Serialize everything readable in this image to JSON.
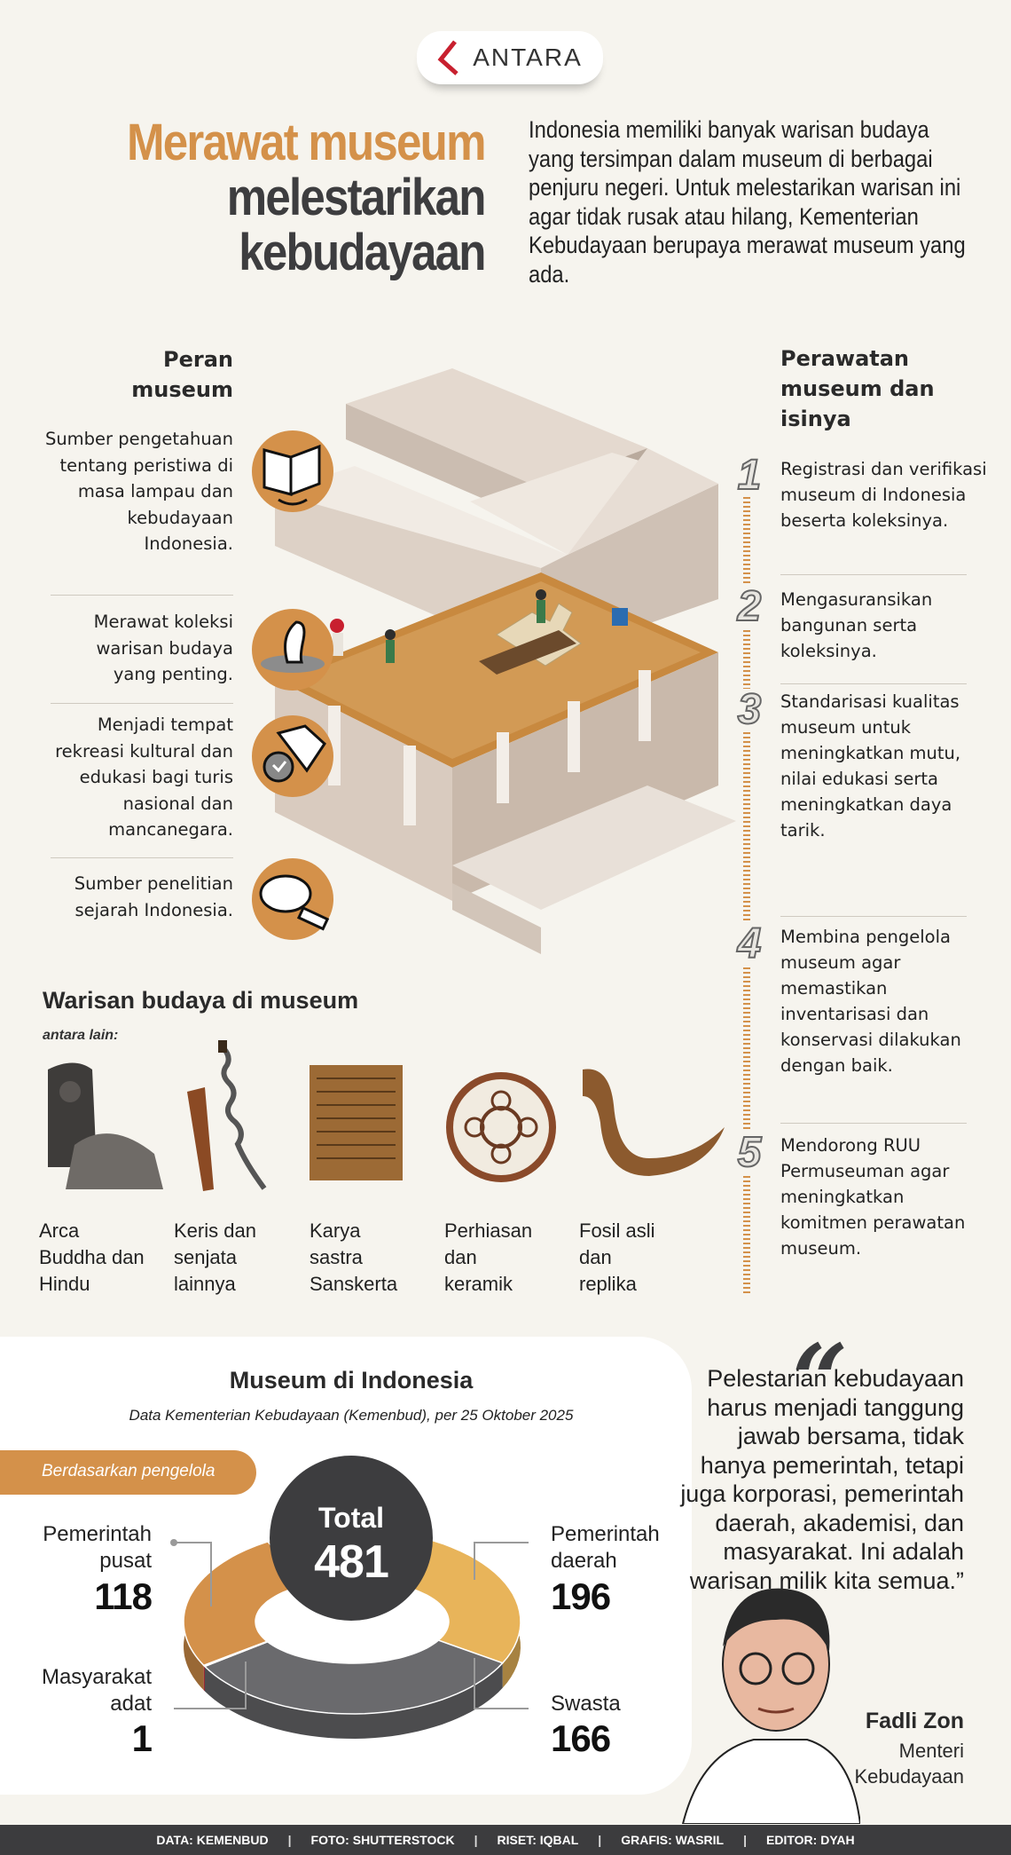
{
  "brand": {
    "logo_text": "ANTARA",
    "accent": "#c8202f"
  },
  "header": {
    "title_line1": "Merawat museum",
    "title_line2": "melestarikan",
    "title_line3": "kebudayaan",
    "intro": "Indonesia memiliki banyak warisan budaya yang tersimpan dalam museum di berbagai penjuru negeri. Untuk melestarikan warisan ini agar tidak rusak atau hilang, Kementerian Kebudayaan berupaya merawat museum yang ada."
  },
  "peran": {
    "heading_line1": "Peran",
    "heading_line2": "museum",
    "items": [
      {
        "text": "Sumber pengetahuan tentang peristiwa di masa lampau dan kebudayaan Indonesia.",
        "icon": "book-icon"
      },
      {
        "text": "Merawat koleksi warisan budaya yang penting.",
        "icon": "artifact-icon"
      },
      {
        "text": "Menjadi tempat rekreasi kultural dan edukasi bagi turis nasional dan mancanegara.",
        "icon": "map-location-icon"
      },
      {
        "text": "Sumber penelitian sejarah Indonesia.",
        "icon": "magnifier-icon"
      }
    ]
  },
  "perawatan": {
    "heading": "Perawatan museum dan isinya",
    "items": [
      {
        "number": "1",
        "text": "Registrasi dan verifikasi museum di Indonesia beserta koleksinya."
      },
      {
        "number": "2",
        "text": "Mengasuransikan bangunan serta koleksinya."
      },
      {
        "number": "3",
        "text": "Standarisasi kualitas museum untuk meningkatkan mutu, nilai edukasi serta meningkatkan daya tarik."
      },
      {
        "number": "4",
        "text": "Membina pengelola museum agar memastikan inventarisasi dan konservasi dilakukan dengan baik."
      },
      {
        "number": "5",
        "text": "Mendorong RUU Permuseuman agar meningkatkan komitmen perawatan museum."
      }
    ]
  },
  "warisan": {
    "heading": "Warisan budaya di museum",
    "subheading": "antara lain:",
    "items": [
      {
        "label": "Arca Buddha dan Hindu"
      },
      {
        "label": "Keris dan senjata lainnya"
      },
      {
        "label": "Karya sastra Sanskerta"
      },
      {
        "label": "Perhiasan dan keramik"
      },
      {
        "label": "Fosil asli dan replika"
      }
    ]
  },
  "chart_data": {
    "type": "pie",
    "title": "Museum di Indonesia",
    "subtitle": "Data Kementerian Kebudayaan (Kemenbud), per 25 Oktober 2025",
    "group_label": "Berdasarkan pengelola",
    "total_label": "Total",
    "total": 481,
    "categories": [
      "Pemerintah daerah",
      "Swasta",
      "Masyarakat adat",
      "Pemerintah pusat"
    ],
    "values": [
      196,
      166,
      1,
      118
    ],
    "labels": {
      "pusat_l1": "Pemerintah",
      "pusat_l2": "pusat",
      "daerah_l1": "Pemerintah",
      "daerah_l2": "daerah",
      "adat_l1": "Masyarakat",
      "adat_l2": "adat",
      "swasta_l1": "Swasta"
    },
    "colors": [
      "#e8b45a",
      "#6a6a6d",
      "#c8202f",
      "#d4914a"
    ],
    "style": "3d-donut"
  },
  "quote": {
    "text": "Pelestarian kebudayaan harus menjadi tanggung jawab bersama, tidak hanya pemerintah, tetapi juga korporasi, pemerintah daerah, akademisi, dan masyarakat.  Ini adalah warisan milik kita semua.”",
    "mark": "“",
    "name": "Fadli Zon",
    "role_line1": "Menteri",
    "role_line2": "Kebudayaan"
  },
  "footer": {
    "credits": [
      "DATA: KEMENBUD",
      "FOTO: SHUTTERSTOCK",
      "RISET: IQBAL",
      "GRAFIS: WASRIL",
      "EDITOR: DYAH"
    ],
    "separator": "|"
  }
}
